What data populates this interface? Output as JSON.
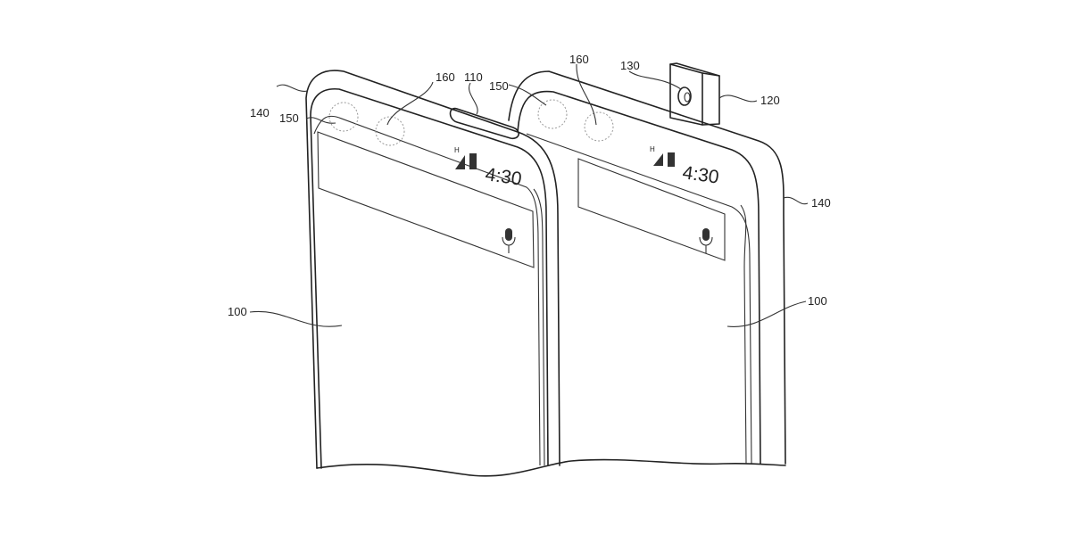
{
  "figure": {
    "labels": {
      "device_left": "100",
      "device_right": "100",
      "notch": "110",
      "popup_module": "120",
      "camera": "130",
      "frame_left": "140",
      "frame_right": "140",
      "sensor_left": "150",
      "sensor_right": "150",
      "sensor2_left": "160",
      "sensor2_right": "160"
    },
    "status_bar": {
      "left_time": "4:30",
      "right_time": "4:30",
      "network": "H"
    }
  }
}
